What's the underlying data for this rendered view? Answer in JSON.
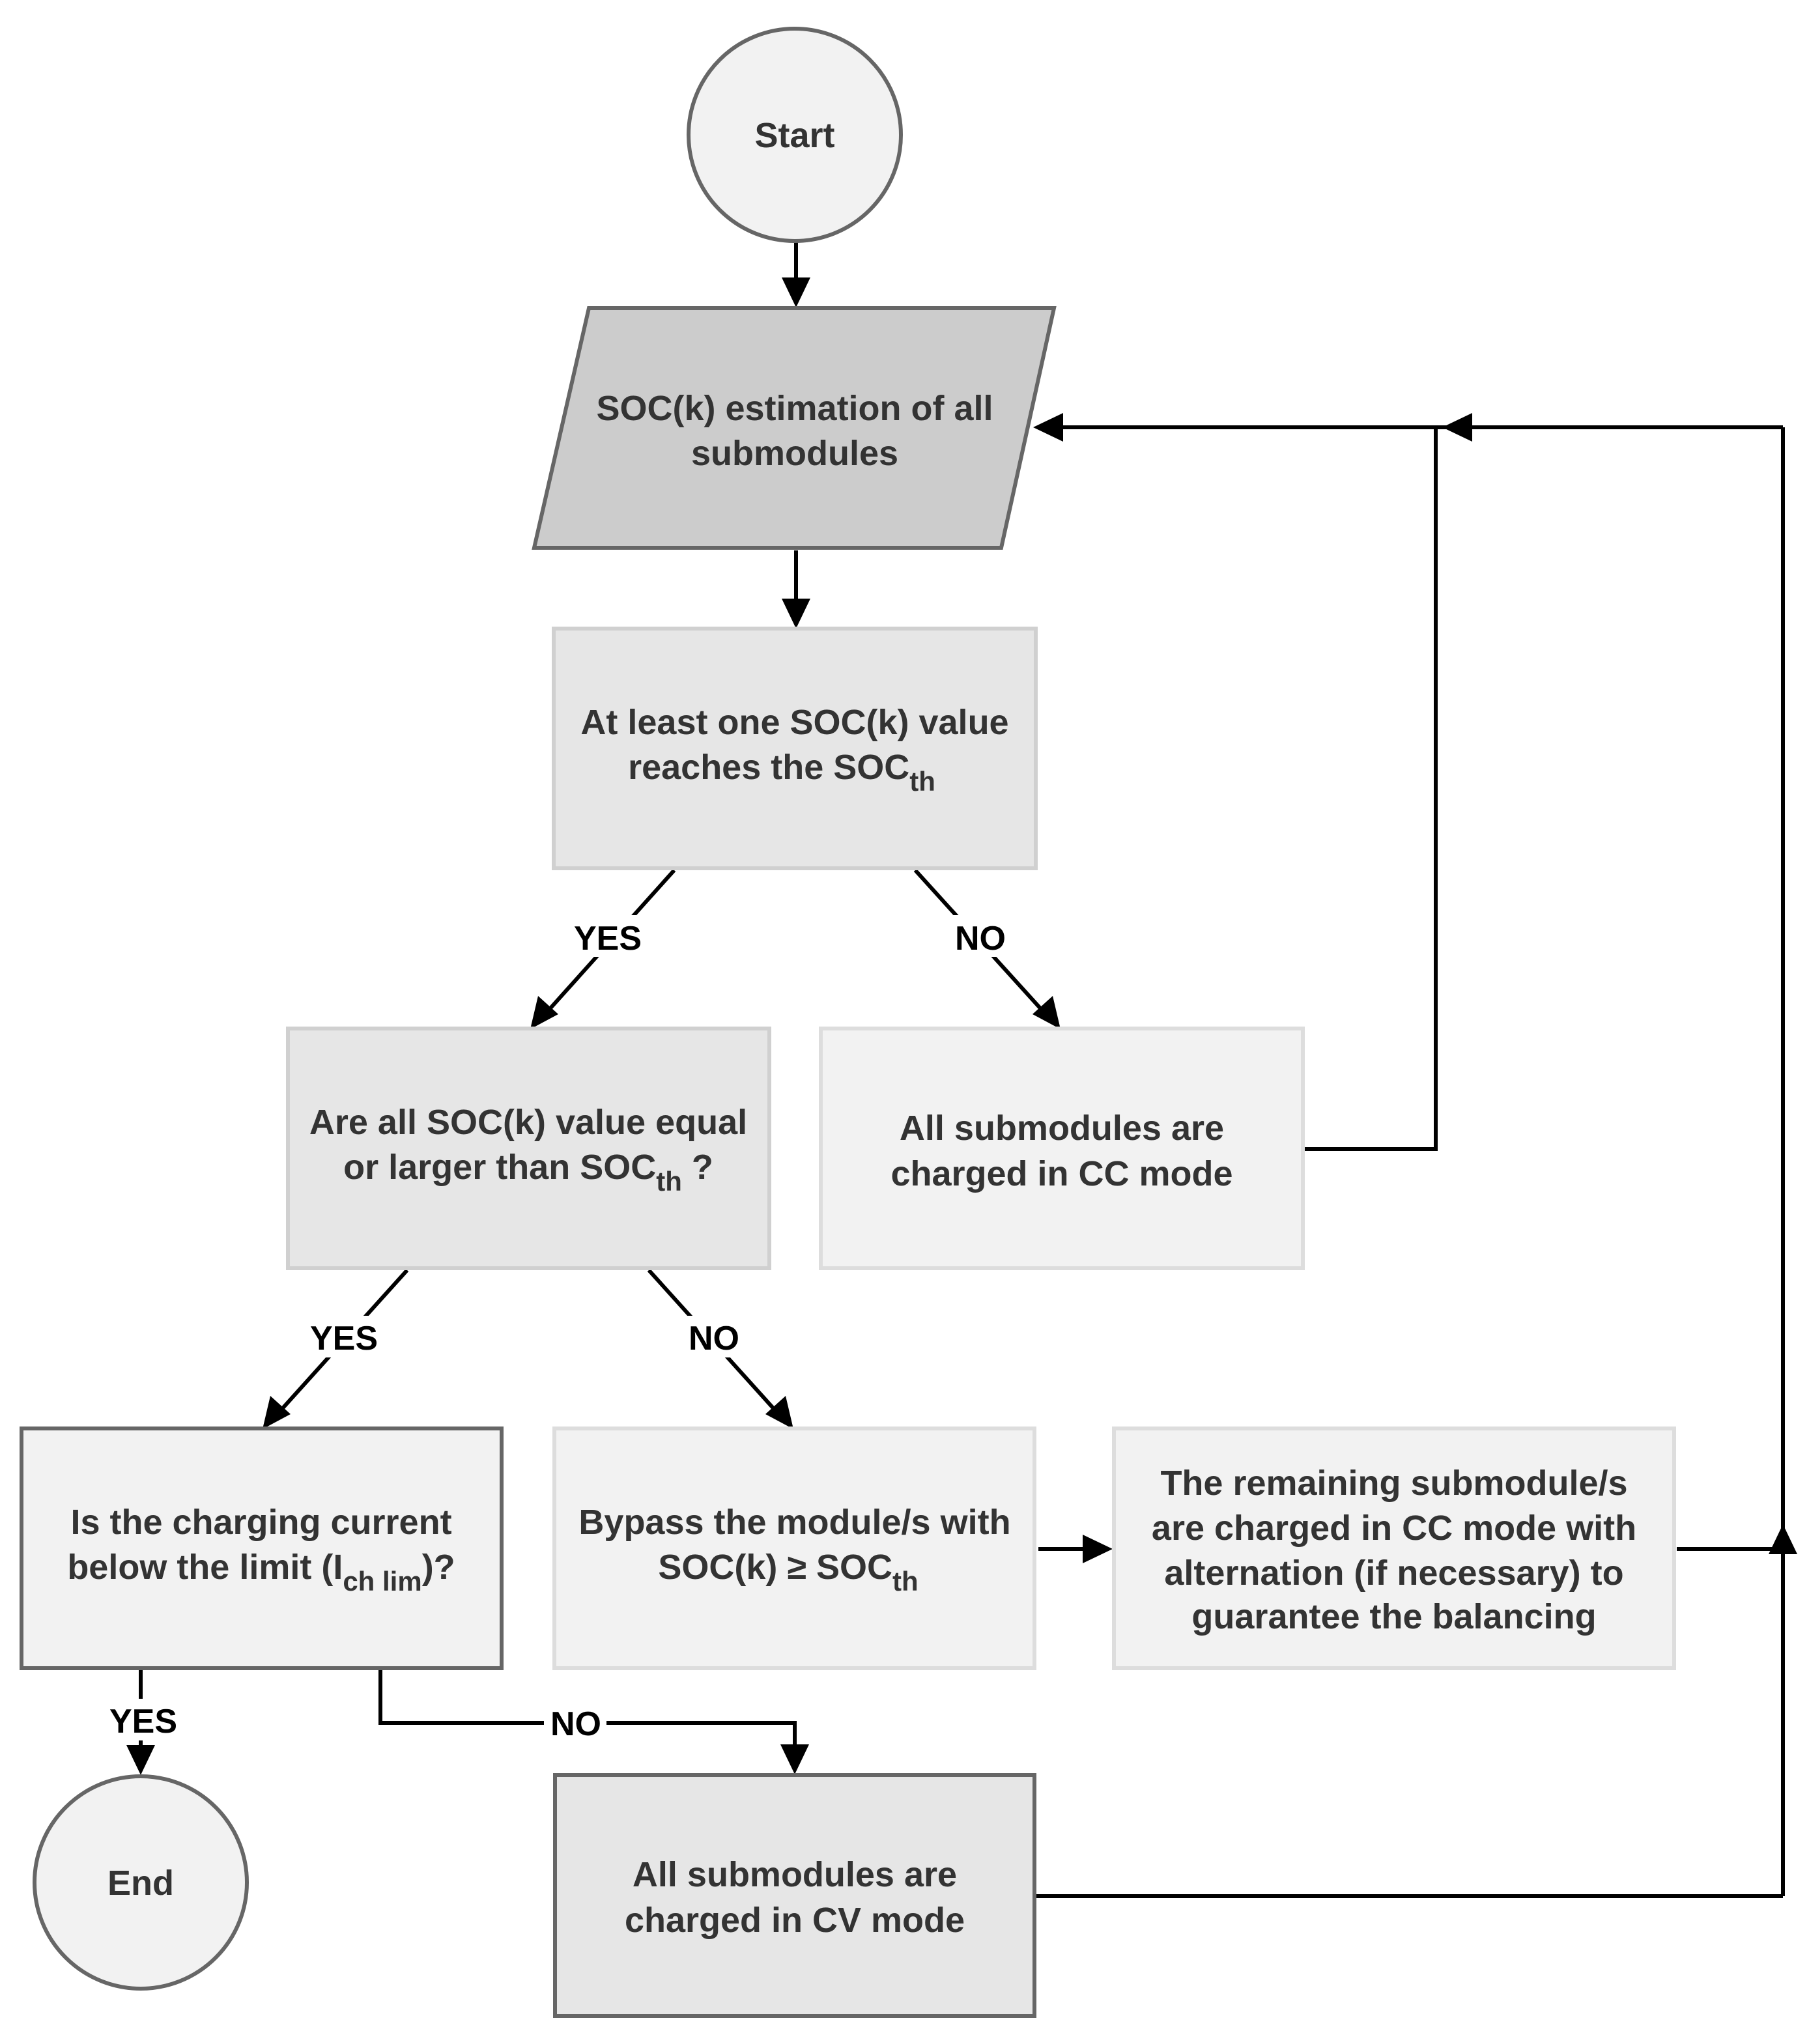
{
  "nodes": {
    "start": {
      "text": "Start",
      "fill": "#f2f2f2",
      "stroke": "#666666"
    },
    "soc_estimation": {
      "line1": "SOC(k) estimation of all",
      "line2": "submodules",
      "fill": "#cccccc",
      "stroke": "#666666"
    },
    "decision_threshold": {
      "line1": "At least one SOC(k) value",
      "line2_main": "reaches the SOC",
      "line2_sub": "th",
      "fill": "#e6e6e6",
      "stroke": "#d0d0d0"
    },
    "decision_all_equal": {
      "line1": "Are all SOC(k) value equal",
      "line2_main": "or larger than SOC",
      "line2_sub": "th",
      "line2_tail": " ?",
      "fill": "#e6e6e6",
      "stroke": "#d0d0d0"
    },
    "cc_mode": {
      "line1": "All submodules are",
      "line2": "charged in CC mode",
      "fill": "#f2f2f2",
      "stroke": "#dddddd"
    },
    "decision_current": {
      "line1": "Is the charging current",
      "line2_main": "below the limit (I",
      "line2_sub": "ch lim",
      "line2_tail": ")?",
      "fill": "#f2f2f2",
      "stroke": "#666666"
    },
    "bypass": {
      "line1": "Bypass the module/s with",
      "line2_main": "SOC(k) ≥ SOC",
      "line2_sub": "th",
      "fill": "#f2f2f2",
      "stroke": "#dddddd"
    },
    "remaining": {
      "line1": "The remaining submodule/s",
      "line2": "are charged in CC mode with",
      "line3": "alternation (if necessary) to",
      "line4": "guarantee the balancing",
      "fill": "#f2f2f2",
      "stroke": "#dddddd"
    },
    "end": {
      "text": "End",
      "fill": "#f2f2f2",
      "stroke": "#666666"
    },
    "cv_mode": {
      "line1": "All submodules are",
      "line2": "charged in CV mode",
      "fill": "#e6e6e6",
      "stroke": "#666666"
    }
  },
  "edge_labels": {
    "threshold_yes": "YES",
    "threshold_no": "NO",
    "all_equal_yes": "YES",
    "all_equal_no": "NO",
    "current_yes": "YES",
    "current_no": "NO"
  }
}
